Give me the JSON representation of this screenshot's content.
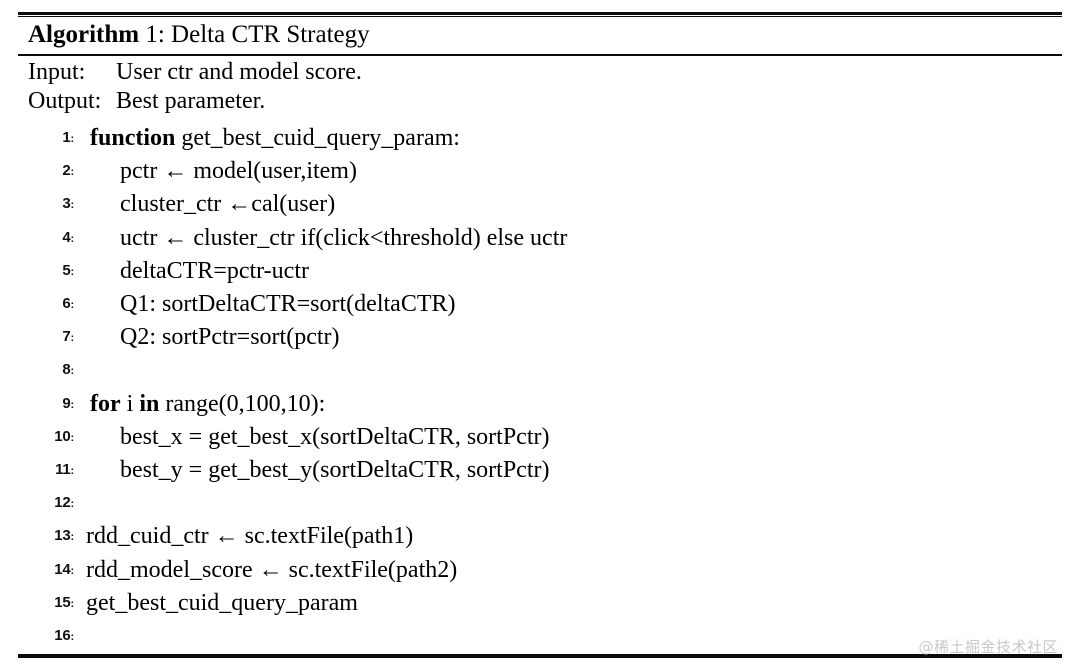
{
  "algorithm": {
    "title": {
      "keyword": "Algorithm",
      "rest": " 1: Delta CTR Strategy"
    },
    "io": [
      {
        "label": "Input:",
        "value": "User ctr and model score."
      },
      {
        "label": "Output:",
        "value": "Best parameter."
      }
    ],
    "lines": [
      {
        "num": "1",
        "indent": 1,
        "pre": "",
        "kw": "function",
        "post": " get_best_cuid_query_param:"
      },
      {
        "num": "2",
        "indent": 2,
        "pre": "",
        "kw": "",
        "post": "pctr ← model(user,item)"
      },
      {
        "num": "3",
        "indent": 2,
        "pre": "",
        "kw": "",
        "post": "cluster_ctr ←cal(user)"
      },
      {
        "num": "4",
        "indent": 2,
        "pre": "",
        "kw": "",
        "post": "uctr ← cluster_ctr if(click<threshold) else uctr"
      },
      {
        "num": "5",
        "indent": 2,
        "pre": "",
        "kw": "",
        "post": "deltaCTR=pctr-uctr"
      },
      {
        "num": "6",
        "indent": 2,
        "pre": "",
        "kw": "",
        "post": "Q1: sortDeltaCTR=sort(deltaCTR)"
      },
      {
        "num": "7",
        "indent": 2,
        "pre": "",
        "kw": "",
        "post": "Q2: sortPctr=sort(pctr)"
      },
      {
        "num": "8",
        "indent": 2,
        "pre": "",
        "kw": "",
        "post": ""
      },
      {
        "num": "9",
        "indent": 1,
        "pre": "",
        "kw": "for",
        "post": " i in range(0,100,10):"
      },
      {
        "num": "10",
        "indent": 2,
        "pre": "",
        "kw": "",
        "post": "best_x = get_best_x(sortDeltaCTR, sortPctr)"
      },
      {
        "num": "11",
        "indent": 2,
        "pre": "",
        "kw": "",
        "post": "best_y = get_best_y(sortDeltaCTR, sortPctr)"
      },
      {
        "num": "12",
        "indent": 2,
        "pre": "",
        "kw": "",
        "post": ""
      },
      {
        "num": "13",
        "indent": 0,
        "pre": "",
        "kw": "",
        "post": "rdd_cuid_ctr ← sc.textFile(path1)"
      },
      {
        "num": "14",
        "indent": 0,
        "pre": "",
        "kw": "",
        "post": "rdd_model_score ← sc.textFile(path2)"
      },
      {
        "num": "15",
        "indent": 0,
        "pre": "",
        "kw": "",
        "post": "get_best_cuid_query_param"
      },
      {
        "num": "16",
        "indent": 0,
        "pre": "",
        "kw": "",
        "post": ""
      }
    ]
  },
  "watermark": {
    "text": "@稀土掘金技术社区"
  }
}
